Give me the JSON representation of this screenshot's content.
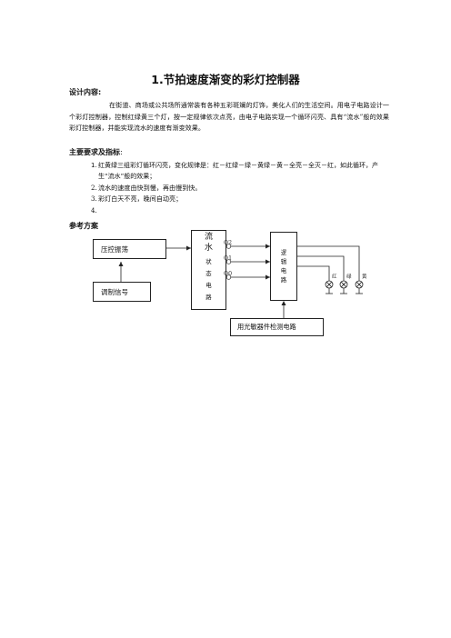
{
  "title": "1.节拍速度渐变的彩灯控制器",
  "sections": {
    "design": {
      "heading": "设计内容:",
      "text": "在街道、商场或公共场所通常装有各种五彩斑斓的灯饰，美化人们的生活空间。用电子电路设计一个彩灯控制器，控制红绿黄三个灯，按一定规律依次点亮，由电子电路实现一个循环闪亮、具有“流水”般的效果彩灯控制器，并能实现流水的速度有渐变效果。"
    },
    "requirements": {
      "heading": "主要要求及指标",
      "heading_suffix": ":",
      "items": [
        {
          "num": "1.",
          "text": "红黄绿三组彩灯循环闪亮，变化规律是：红－红绿－绿－黄绿－黄－全亮－全灭－红，如此循环，产生“流水”般的效果；"
        },
        {
          "num": "2.",
          "text": "流水的速度由快到慢，再由慢到快。"
        },
        {
          "num": "3.",
          "text": "彩灯白天不亮，晚间自动亮；"
        },
        {
          "num": "4.",
          "text": ""
        }
      ]
    },
    "reference": {
      "heading": "参考方案"
    }
  },
  "diagram": {
    "osc_label": "压控振荡",
    "mod_label": "调制信号",
    "flow_chars": [
      "流",
      "水",
      "状",
      "态",
      "电",
      "路"
    ],
    "outputs": [
      "Q2",
      "Q1",
      "Q0"
    ],
    "logic_chars": [
      "逻",
      "辑",
      "电",
      "路"
    ],
    "lamps": [
      "红",
      "绿",
      "黄"
    ],
    "sensor_label": "用光敏器件检测电路"
  }
}
